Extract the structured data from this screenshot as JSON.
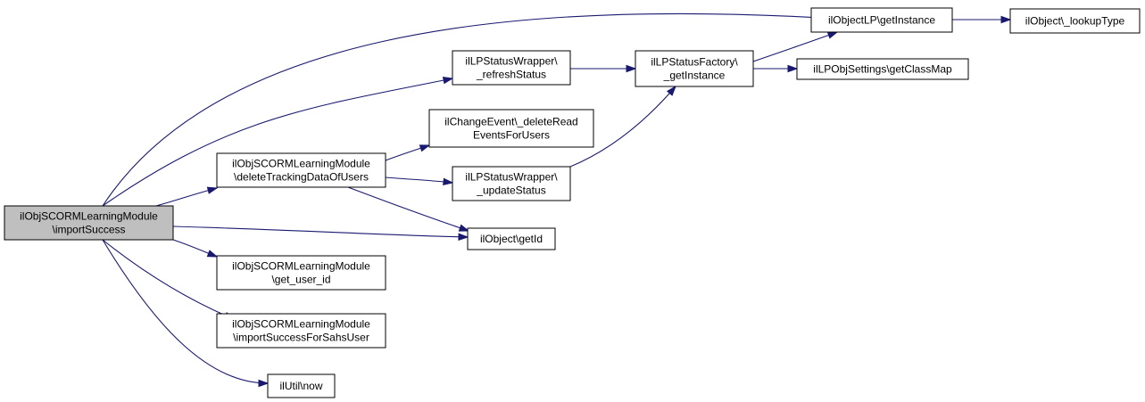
{
  "diagram": {
    "nodes": [
      {
        "id": "root",
        "lines": [
          "ilObjSCORMLearningModule",
          "\\importSuccess"
        ],
        "fill": "#bfbfbf"
      },
      {
        "id": "deleteTracking",
        "lines": [
          "ilObjSCORMLearningModule",
          "\\deleteTrackingDataOfUsers"
        ],
        "fill": "#ffffff"
      },
      {
        "id": "getUserId",
        "lines": [
          "ilObjSCORMLearningModule",
          "\\get_user_id"
        ],
        "fill": "#ffffff"
      },
      {
        "id": "importSahs",
        "lines": [
          "ilObjSCORMLearningModule",
          "\\importSuccessForSahsUser"
        ],
        "fill": "#ffffff"
      },
      {
        "id": "utilNow",
        "lines": [
          "ilUtil\\now"
        ],
        "fill": "#ffffff"
      },
      {
        "id": "refreshStatus",
        "lines": [
          "ilLPStatusWrapper\\",
          "_refreshStatus"
        ],
        "fill": "#ffffff"
      },
      {
        "id": "changeEvent",
        "lines": [
          "ilChangeEvent\\_deleteRead",
          "EventsForUsers"
        ],
        "fill": "#ffffff"
      },
      {
        "id": "updateStatus",
        "lines": [
          "ilLPStatusWrapper\\",
          "_updateStatus"
        ],
        "fill": "#ffffff"
      },
      {
        "id": "getId",
        "lines": [
          "ilObject\\getId"
        ],
        "fill": "#ffffff"
      },
      {
        "id": "statusFactory",
        "lines": [
          "ilLPStatusFactory\\",
          "_getInstance"
        ],
        "fill": "#ffffff"
      },
      {
        "id": "objectLP",
        "lines": [
          "ilObjectLP\\getInstance"
        ],
        "fill": "#ffffff"
      },
      {
        "id": "classMap",
        "lines": [
          "ilLPObjSettings\\getClassMap"
        ],
        "fill": "#ffffff"
      },
      {
        "id": "lookupType",
        "lines": [
          "ilObject\\_lookupType"
        ],
        "fill": "#ffffff"
      }
    ],
    "edges": [
      {
        "from": "root",
        "to": "objectLP"
      },
      {
        "from": "root",
        "to": "refreshStatus"
      },
      {
        "from": "root",
        "to": "deleteTracking"
      },
      {
        "from": "root",
        "to": "getId"
      },
      {
        "from": "root",
        "to": "getUserId"
      },
      {
        "from": "root",
        "to": "importSahs"
      },
      {
        "from": "root",
        "to": "utilNow"
      },
      {
        "from": "refreshStatus",
        "to": "statusFactory"
      },
      {
        "from": "deleteTracking",
        "to": "changeEvent"
      },
      {
        "from": "deleteTracking",
        "to": "updateStatus"
      },
      {
        "from": "deleteTracking",
        "to": "getId"
      },
      {
        "from": "updateStatus",
        "to": "statusFactory"
      },
      {
        "from": "statusFactory",
        "to": "objectLP"
      },
      {
        "from": "statusFactory",
        "to": "classMap"
      },
      {
        "from": "objectLP",
        "to": "lookupType"
      }
    ],
    "edge_color": "#191970"
  }
}
